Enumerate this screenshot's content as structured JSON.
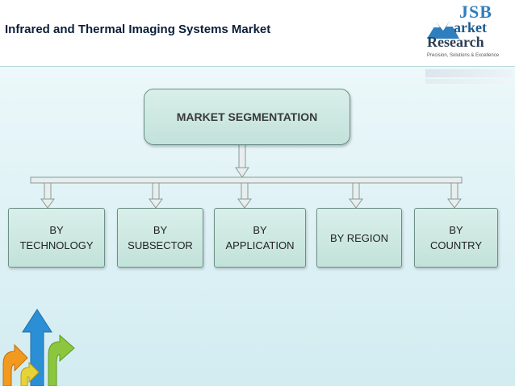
{
  "header": {
    "title": "Infrared and Thermal Imaging Systems Market"
  },
  "logo": {
    "line1": "JSB",
    "line2": "arket",
    "line3": "Research",
    "tagline": "Precision, Solutions & Excellence"
  },
  "diagram": {
    "root": "MARKET SEGMENTATION",
    "children": [
      {
        "line1": "BY",
        "line2": "TECHNOLOGY"
      },
      {
        "line1": "BY",
        "line2": "SUBSECTOR"
      },
      {
        "line1": "BY",
        "line2": "APPLICATION"
      },
      {
        "line1": "BY REGION",
        "line2": ""
      },
      {
        "line1": "BY",
        "line2": "COUNTRY"
      }
    ]
  },
  "colors": {
    "box_fill": "#c8e6de",
    "box_border": "#6c8f87",
    "connector": "#9aa7a5",
    "title_text": "#0b1f3a"
  }
}
